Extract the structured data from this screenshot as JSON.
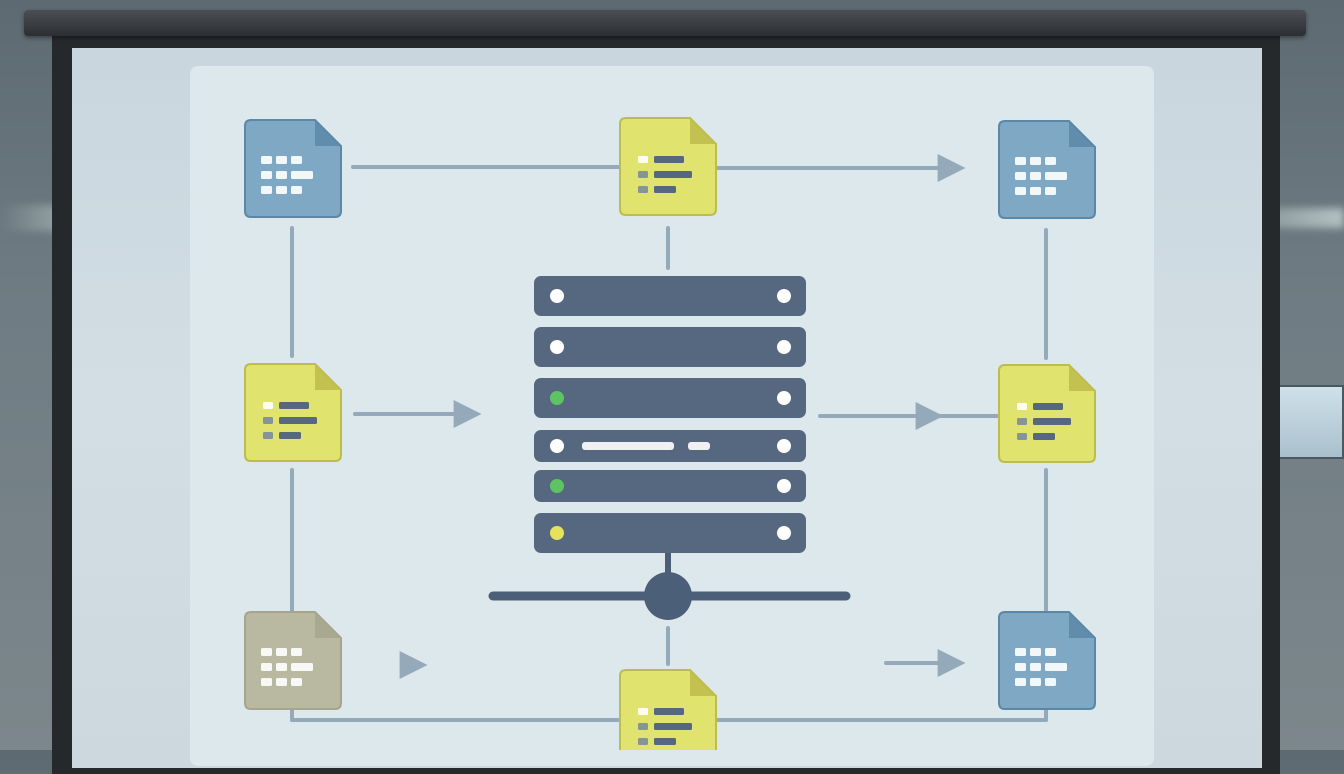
{
  "colors": {
    "connector": "#94a9ba",
    "doc_blue": "#7ea8c4",
    "doc_blue_stroke": "#5c88a8",
    "doc_yellow": "#e0e36e",
    "doc_yellow_stroke": "#bdbc4c",
    "doc_faded": "#b9b8a0",
    "server_unit": "#55687f",
    "led_white": "#ffffff",
    "led_green": "#5ec463",
    "led_yellow": "#e5e25c",
    "line_dark": "#4c5f78"
  },
  "nodes": [
    {
      "id": "doc-top-left",
      "kind": "table-doc",
      "tone": "blue",
      "icon": "table-document-icon"
    },
    {
      "id": "doc-top-center",
      "kind": "list-doc",
      "tone": "yellow",
      "icon": "list-document-icon"
    },
    {
      "id": "doc-top-right",
      "kind": "table-doc",
      "tone": "blue",
      "icon": "table-document-icon"
    },
    {
      "id": "doc-mid-left",
      "kind": "list-doc",
      "tone": "yellow",
      "icon": "list-document-icon"
    },
    {
      "id": "doc-mid-right",
      "kind": "list-doc",
      "tone": "yellow",
      "icon": "list-document-icon"
    },
    {
      "id": "doc-bottom-left",
      "kind": "table-doc",
      "tone": "faded",
      "icon": "table-document-icon"
    },
    {
      "id": "doc-bottom-center",
      "kind": "list-doc",
      "tone": "yellow",
      "icon": "list-document-icon"
    },
    {
      "id": "doc-bottom-right",
      "kind": "table-doc",
      "tone": "blue",
      "icon": "table-document-icon"
    }
  ],
  "server": {
    "icon": "server-rack-icon",
    "units": [
      {
        "left_led": "white",
        "right_led": "white"
      },
      {
        "left_led": "white",
        "right_led": "white"
      },
      {
        "left_led": "green",
        "right_led": "white"
      },
      {
        "left_led": "white",
        "right_led": "white",
        "display_bar": true
      },
      {
        "left_led": "green",
        "right_led": "white"
      },
      {
        "left_led": "yellow",
        "right_led": "white"
      }
    ],
    "network_hub_icon": "network-hub-icon"
  },
  "edges": [
    {
      "from": "doc-top-left",
      "to": "doc-top-right",
      "style": "arrow"
    },
    {
      "from": "doc-mid-left",
      "to": "server",
      "style": "arrow"
    },
    {
      "from": "server",
      "to": "doc-mid-right",
      "style": "arrow"
    },
    {
      "from": "doc-bottom-left",
      "to": "doc-bottom-center",
      "style": "arrow"
    },
    {
      "from": "doc-bottom-center",
      "to": "doc-bottom-right",
      "style": "arrow"
    },
    {
      "from": "doc-top-center",
      "to": "server",
      "style": "line"
    },
    {
      "from": "server",
      "to": "doc-bottom-center",
      "style": "line"
    }
  ]
}
